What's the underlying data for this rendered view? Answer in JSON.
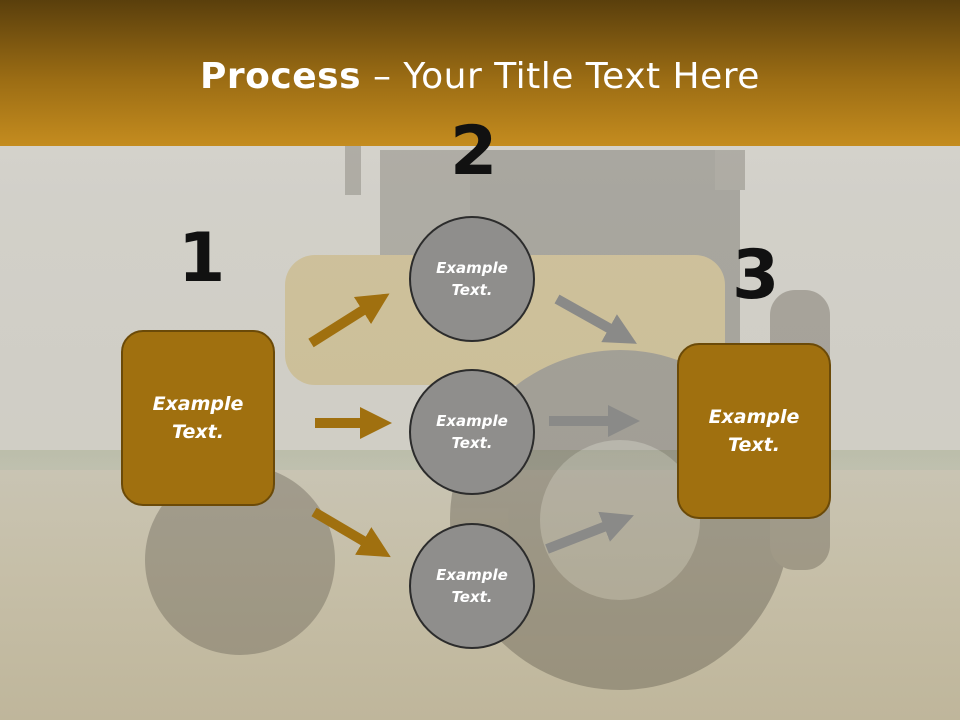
{
  "title": {
    "bold": "Process",
    "rest": " – Your Title Text Here"
  },
  "numbers": [
    "1",
    "2",
    "3"
  ],
  "left_box": {
    "line1": "Example",
    "line2": "Text."
  },
  "right_box": {
    "line1": "Example",
    "line2": "Text."
  },
  "circles": [
    {
      "line1": "Example",
      "line2": "Text."
    },
    {
      "line1": "Example",
      "line2": "Text."
    },
    {
      "line1": "Example",
      "line2": "Text."
    }
  ],
  "colors": {
    "header_top": "#5a3f0c",
    "header_bottom": "#c48c1f",
    "box_fill": "#a0700f",
    "circle_fill": "#8f8e8c",
    "arrow_gold": "#a0700f",
    "arrow_gray": "#8a8a88"
  }
}
